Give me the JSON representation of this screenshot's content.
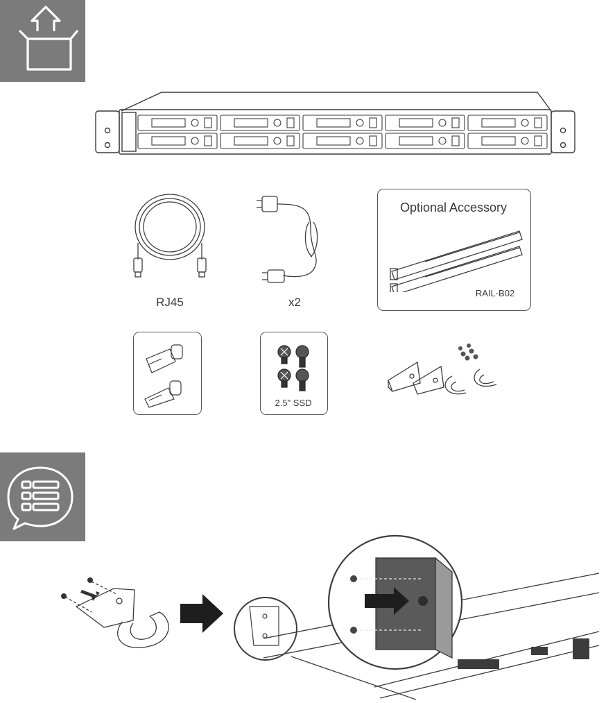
{
  "section_icons": {
    "unpack": "unpack-box-icon",
    "checklist": "checklist-icon"
  },
  "items": {
    "network_cable_label": "RJ45",
    "power_cord_label": "x2",
    "optional_box_title": "Optional Accessory",
    "rail_label": "RAIL-B02",
    "ssd_screws_label": "2.5\" SSD"
  },
  "colors": {
    "tile_grey": "#7b7b7b",
    "line": "#3c3c3c",
    "arrow": "#1e1e1e"
  }
}
